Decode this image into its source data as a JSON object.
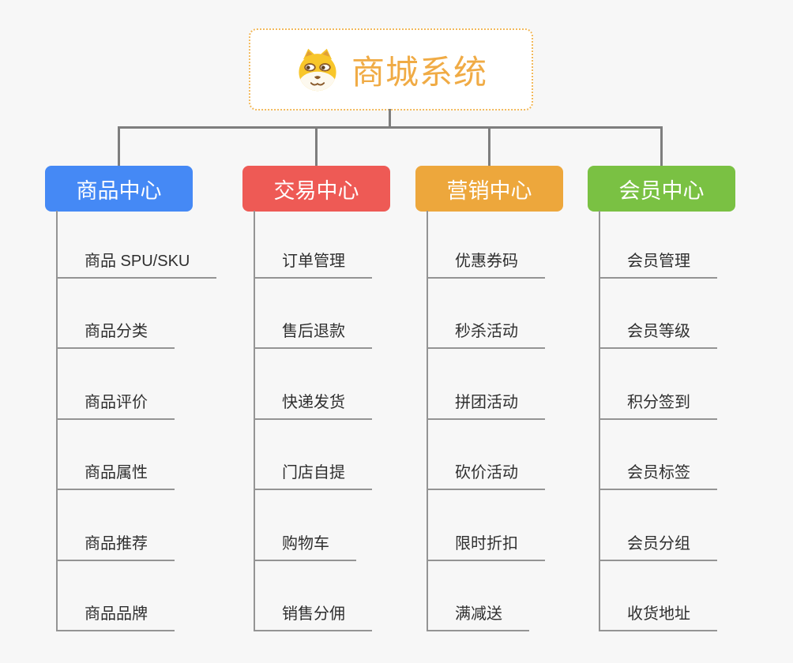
{
  "canvas": {
    "background": "#f7f7f7"
  },
  "root": {
    "title": "商城系统",
    "icon": "dog-face",
    "text_color": "#f0ab45",
    "border_color": "#f2b95c"
  },
  "branches": [
    {
      "label": "商品中心",
      "color": "#4589f5",
      "children": [
        "商品 SPU/SKU",
        "商品分类",
        "商品评价",
        "商品属性",
        "商品推荐",
        "商品品牌"
      ]
    },
    {
      "label": "交易中心",
      "color": "#ee5a55",
      "children": [
        "订单管理",
        "售后退款",
        "快递发货",
        "门店自提",
        "购物车",
        "销售分佣"
      ]
    },
    {
      "label": "营销中心",
      "color": "#eda73c",
      "children": [
        "优惠券码",
        "秒杀活动",
        "拼团活动",
        "砍价活动",
        "限时折扣",
        "满减送"
      ]
    },
    {
      "label": "会员中心",
      "color": "#7ac143",
      "children": [
        "会员管理",
        "会员等级",
        "积分签到",
        "会员标签",
        "会员分组",
        "收货地址"
      ]
    }
  ],
  "connectors": {
    "tree_color": "#7e7e7e",
    "branch_line_color": "#949494"
  }
}
